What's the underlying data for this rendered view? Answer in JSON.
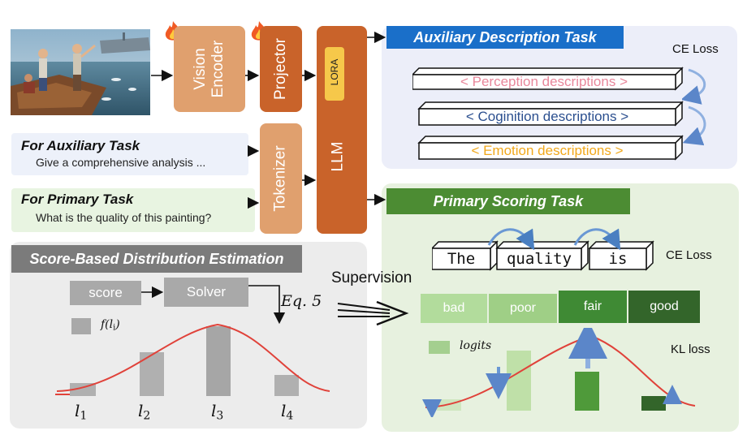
{
  "modules": {
    "vision_encoder": "Vision Encoder",
    "projector": "Projector",
    "tokenizer": "Tokenizer",
    "llm": "LLM",
    "lora": "LORA"
  },
  "prompts": {
    "auxiliary": {
      "title": "For Auxiliary Task",
      "text": "Give a comprehensive analysis ..."
    },
    "primary": {
      "title": "For Primary Task",
      "text": "What is the quality of this painting?"
    }
  },
  "auxiliary_panel": {
    "title": "Auxiliary Description Task",
    "loss": "CE Loss",
    "descriptions": [
      {
        "text": "< Perception descriptions >",
        "color": "#e8879b"
      },
      {
        "text": "< Coginition descriptions >",
        "color": "#2b4f8f"
      },
      {
        "text": "< Emotion descriptions >",
        "color": "#f1a81b"
      }
    ]
  },
  "primary_panel": {
    "title": "Primary Scoring Task",
    "ce_loss": "CE Loss",
    "tokens": [
      "The",
      "quality",
      "is"
    ],
    "levels": [
      {
        "text": "bad",
        "color": "#b2dc9c"
      },
      {
        "text": "poor",
        "color": "#9fcf86"
      },
      {
        "text": "fair",
        "color": "#3f8a34"
      },
      {
        "text": "good",
        "color": "#33652a"
      }
    ],
    "logits_label": "logits",
    "kl_loss": "KL loss"
  },
  "estimation_panel": {
    "title": "Score-Based Distribution Estimation",
    "score": "score",
    "solver": "Solver",
    "legend": "f(l",
    "legend_sub": "i",
    "levels": [
      {
        "base": "l",
        "sub": "1"
      },
      {
        "base": "l",
        "sub": "2"
      },
      {
        "base": "l",
        "sub": "3"
      },
      {
        "base": "l",
        "sub": "4"
      }
    ]
  },
  "equation": "Eq. 5",
  "supervision": "Supervision",
  "colors": {
    "module_light": "#e0a06e",
    "module_dark": "#c9632a",
    "aux_banner": "#1a6fc9",
    "primary_banner": "#4c8c33",
    "estimation_banner": "#7b7b7b"
  }
}
